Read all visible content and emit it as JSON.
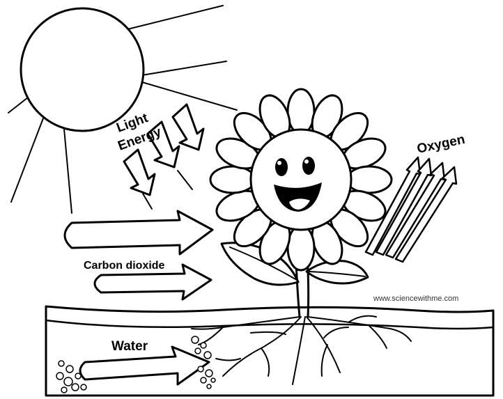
{
  "labels": {
    "light_energy_line1": "Light",
    "light_energy_line2": "Energy",
    "oxygen": "Oxygen",
    "carbon_dioxide": "Carbon dioxide",
    "water": "Water",
    "website": "www.sciencewithme.com"
  },
  "colors": {
    "ink": "#000000",
    "paper": "#ffffff"
  }
}
